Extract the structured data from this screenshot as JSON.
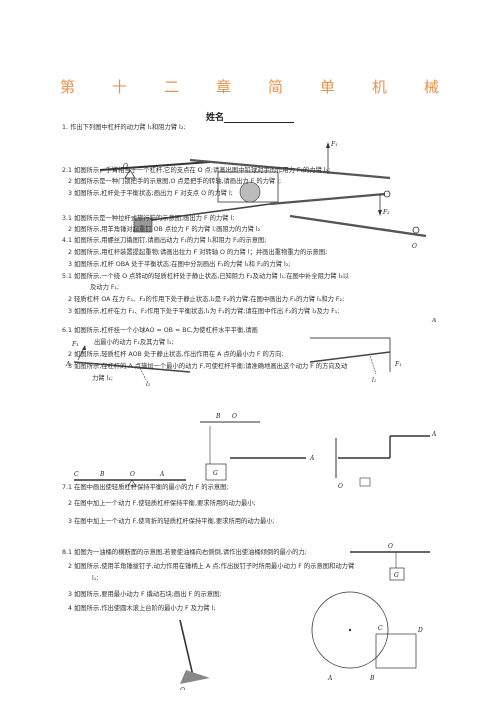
{
  "title_chars": [
    "第",
    "十",
    "二",
    "章",
    "简",
    "单",
    "机",
    "械"
  ],
  "name_label": "姓名",
  "q1": {
    "text": "1. 作出下列图中杠杆的动力臂 l₁和阻力臂 l₂;"
  },
  "q2": [
    "2.1 如图所示，手臂相当于一个杠杆,它的支点在 O 点;请画出图中铅球对手的作用力 F₁的力臂 l₂;",
    "2 如图所示是一种门锁把手的示意图,O 点是把手的转轴,请画出力 F 的力臂 l;",
    "3 如图所示,杠杆处于平衡状态;画出力 F 对支点 O 的力臂 l;"
  ],
  "q3": [
    "3.1 如图所示是一种拉杆式旅行箱的示意图,画出力 F 的力臂 l;",
    "2 如图所示,用羊角锤对起重钉 OB 点拉力 F 的力臂 l;画阻力的力臂 l₂"
  ],
  "q4": [
    "4.1 如图所示,用螺丝刀撬图钉,请画出动力 F₁的力臂 l₁和阻力 F₂的示意图;",
    "2 如图所示,用杠杆装置提起重物;请画出拉力 F 对转轴 O 的力臂 l；并画出重物重力的示意图;",
    "3 如图所示,杠杆 OBA 处于平衡状态;在图中分别画出 F₁的力臂 l₁和 F₂的力臂 l₂;"
  ],
  "q5": [
    "5.1 如图所示,一个绕 O 点转动的轻质杠杆处于静止状态,已知阻力 F₂及动力臂 l₁;在图中补全阻力臂 l₂以",
    "及动力 F₁;",
    "2 轻质杠杆 OA 在力 F₁、F₂的作用下处于静止状态,l₂是 F₂的力臂;在图中画出力 F₁的力臂 l₁和力 F₂;",
    "3 如图所示,杠杆在力 F₁、F₂作用下处于平衡状态,l₁为 F₁的力臂;请在图中作出 F₂的力臂 l₂及力 F₁;"
  ],
  "q6": [
    "6.1 如图所示,杠杆挂一个小球AO = OB = BC,为使杠杆水平平衡,请画",
    "出最小的动力 F₁及其力臂 l₁;",
    "2 如图所示,轻质杠杆 AOB 处于静止状态,作出作用在 A 点的最小力 F 的方向;",
    "3 如图所示,在杠杆的 A 点施加一个最小的动力 F,可使杠杆平衡;请准确地画出这个动力 F 的方向及动",
    "力臂 l₁;"
  ],
  "q7": [
    "7.1 在图中画出使轻质杠杆保持平衡的最小的力 F 的示意图;",
    "2 在图中加上一个动力 F,使轻质杠杆保持平衡,要求所用的动力最小;",
    "3 在图中加上一个动力 F,使弯折的轻质杠杆保持平衡,要求所用的动力最小;"
  ],
  "q8": [
    "8.1 如图为一油桶的横断面的示意图,若要使油桶向右侧倒,请作出使油桶倾倒的最小的力;",
    "2 如图所示,使用羊角锤拔钉子,动力作用在锤柄上 A 点;作出拔钉子时所用最小动力 F 的示意图和动力臂",
    "l₁;",
    "3 如图所示,要用最小动力 F 撬动石块;画出 F 的示意图;",
    "4 如图所示,作出使圆木滚上台阶的最小力 F 及力臂 l;"
  ],
  "labels": {
    "F1": "F₁",
    "F2": "F₂",
    "F": "F",
    "O": "O",
    "A": "A",
    "B": "B",
    "C": "C",
    "D": "D",
    "G": "G",
    "l1": "l₁",
    "l2": "l₂"
  }
}
